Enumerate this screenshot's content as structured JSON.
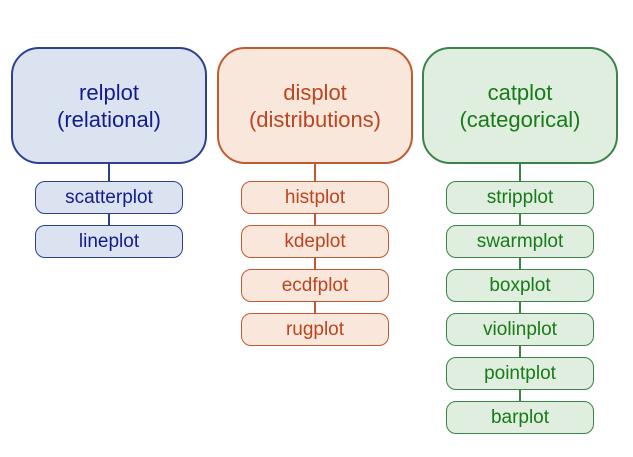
{
  "diagram": {
    "background_color": "#ffffff",
    "columns": [
      {
        "id": "relplot",
        "parent": {
          "name": "relplot",
          "qualifier": "(relational)"
        },
        "children": [
          "scatterplot",
          "lineplot"
        ],
        "colors": {
          "fill": "#dce3f0",
          "border": "#2c4190",
          "text": "#111d8d"
        }
      },
      {
        "id": "displot",
        "parent": {
          "name": "displot",
          "qualifier": "(distributions)"
        },
        "children": [
          "histplot",
          "kdeplot",
          "ecdfplot",
          "rugplot"
        ],
        "colors": {
          "fill": "#f9e7db",
          "border": "#c05a30",
          "text": "#bc4522"
        }
      },
      {
        "id": "catplot",
        "parent": {
          "name": "catplot",
          "qualifier": "(categorical)"
        },
        "children": [
          "stripplot",
          "swarmplot",
          "boxplot",
          "violinplot",
          "pointplot",
          "barplot"
        ],
        "colors": {
          "fill": "#dfeedf",
          "border": "#3c8349",
          "text": "#187a18"
        }
      }
    ]
  }
}
